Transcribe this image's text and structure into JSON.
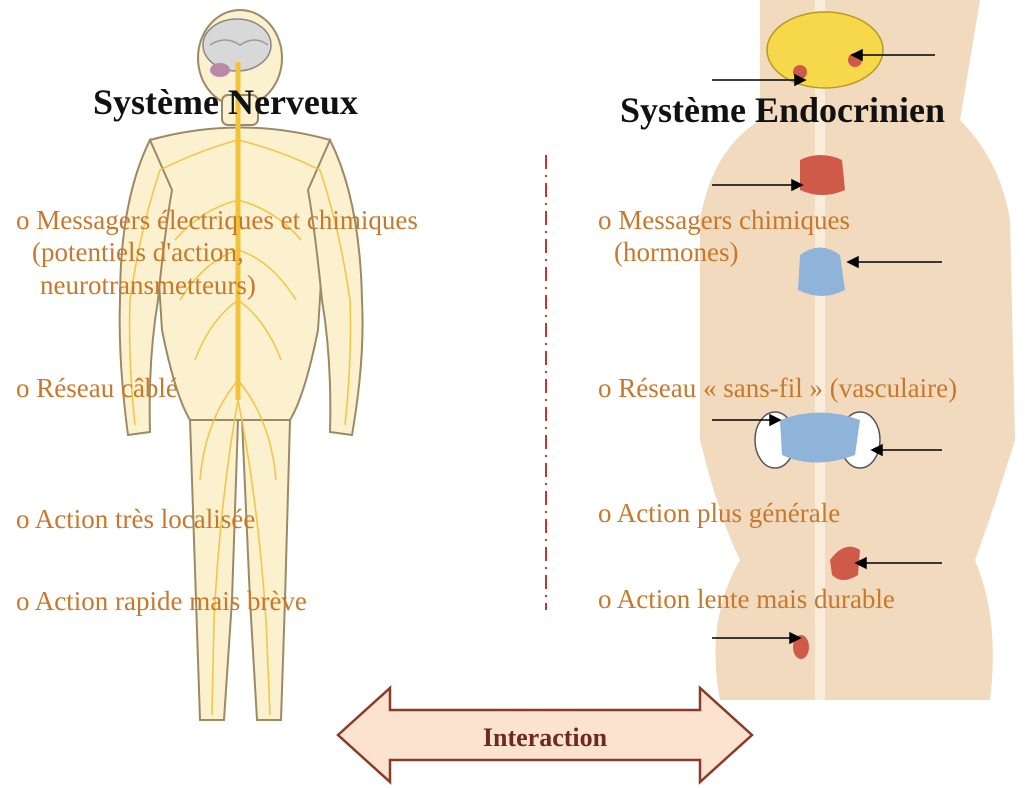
{
  "nervous": {
    "title": "Système Nerveux",
    "items": [
      {
        "lines": [
          "o Messagers électriques et chimiques",
          "(potentiels d'action,",
          "neurotransmetteurs)"
        ]
      },
      {
        "lines": [
          "o Réseau câblé"
        ]
      },
      {
        "lines": [
          "o Action très localisée"
        ]
      },
      {
        "lines": [
          "o Action rapide mais brève"
        ]
      }
    ]
  },
  "endocrine": {
    "title": "Système Endocrinien",
    "items": [
      {
        "lines": [
          "o Messagers chimiques",
          "(hormones)"
        ]
      },
      {
        "lines": [
          "o Réseau « sans-fil » (vasculaire)"
        ]
      },
      {
        "lines": [
          "o Action plus générale"
        ]
      },
      {
        "lines": [
          "o Action lente mais durable"
        ]
      }
    ]
  },
  "interaction_label": "Interaction",
  "colors": {
    "item_text": "#c8782b",
    "title_text": "#111111",
    "divider": "#c0392b",
    "arrow_fill": "#fbe3cf",
    "arrow_stroke": "#8b3a2a",
    "nerve": "#f2c23a",
    "body_fill": "#fbf1cf",
    "skin": "#f0d3b3",
    "gland_blue": "#8fb3d9",
    "gland_red": "#d05a4a"
  }
}
